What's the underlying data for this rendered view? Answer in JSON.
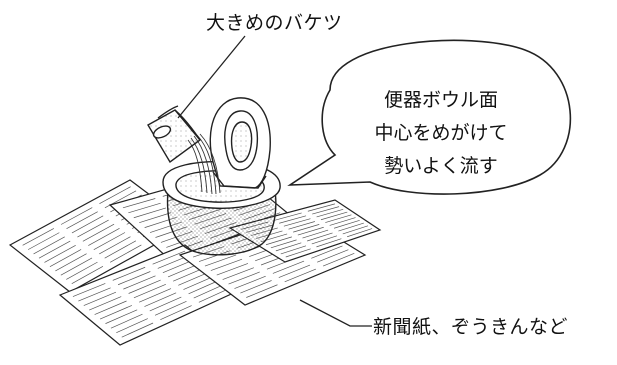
{
  "labels": {
    "bucket": "大きめのバケツ",
    "newspaper": "新聞紙、ぞうきんなど"
  },
  "speech_bubble": {
    "lines": [
      "便器ボウル面",
      "中心をめがけて",
      "勢いよく流す"
    ]
  },
  "colors": {
    "line": "#222222",
    "paper": "#ffffff",
    "toilet_fill": "#ffffff"
  }
}
